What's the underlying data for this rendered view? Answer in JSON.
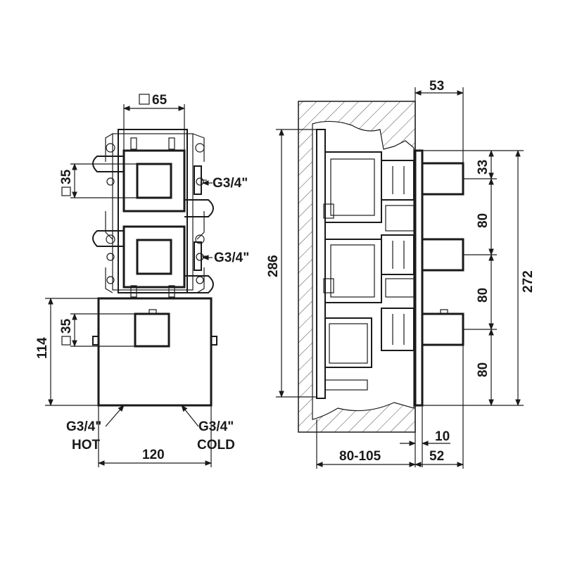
{
  "front_view": {
    "dim_square_top": "65",
    "dim_square_left_1": "35",
    "dim_square_left_2": "35",
    "dim_height": "114",
    "dim_width": "120",
    "thread_upper": "G3/4\"",
    "thread_middle": "G3/4\"",
    "inlet_hot_thread": "G3/4\"",
    "inlet_hot_label": "HOT",
    "inlet_cold_thread": "G3/4\"",
    "inlet_cold_label": "COLD"
  },
  "side_view": {
    "dim_top_depth": "53",
    "dim_total_height": "286",
    "dim_outlet_span": "272",
    "dim_first_offset": "33",
    "dim_spacing_1": "80",
    "dim_spacing_2": "80",
    "dim_spacing_3": "80",
    "dim_plate": "10",
    "dim_wall_depth": "80-105",
    "dim_projection": "52"
  },
  "colors": {
    "ink": "#1a1a1a",
    "background": "#ffffff"
  }
}
